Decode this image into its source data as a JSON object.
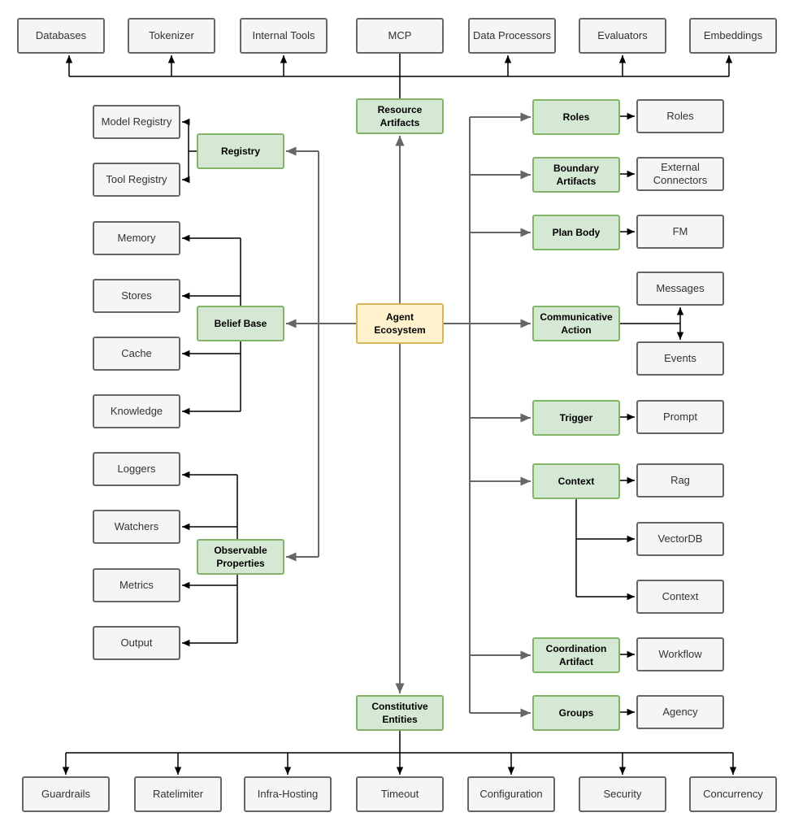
{
  "colors": {
    "leaf_fill": "#f5f5f5",
    "leaf_stroke": "#666666",
    "category_fill": "#d5e8d4",
    "category_stroke": "#82b366",
    "root_fill": "#fff2cc",
    "root_stroke": "#d6b656",
    "connector_grey": "#666666",
    "connector_black": "#000000"
  },
  "nodes": {
    "databases": "Databases",
    "tokenizer": "Tokenizer",
    "internal_tools": "Internal Tools",
    "mcp": "MCP",
    "data_processors": "Data Processors",
    "evaluators": "Evaluators",
    "embeddings": "Embeddings",
    "resource_artifacts": "Resource\nArtifacts",
    "model_registry": "Model Registry",
    "tool_registry": "Tool Registry",
    "registry": "Registry",
    "memory": "Memory",
    "stores": "Stores",
    "belief_base": "Belief Base",
    "cache": "Cache",
    "knowledge": "Knowledge",
    "agent_ecosystem": "Agent\nEcosystem",
    "loggers": "Loggers",
    "watchers": "Watchers",
    "observable_properties": "Observable\nProperties",
    "metrics": "Metrics",
    "output": "Output",
    "roles_green": "Roles",
    "roles_grey": "Roles",
    "boundary_artifacts": "Boundary\nArtifacts",
    "external_connectors": "External\nConnectors",
    "plan_body": "Plan Body",
    "fm": "FM",
    "communicative_action": "Communicative\nAction",
    "messages": "Messages",
    "events": "Events",
    "trigger": "Trigger",
    "prompt": "Prompt",
    "context_green": "Context",
    "rag": "Rag",
    "vectordb": "VectorDB",
    "context_grey": "Context",
    "coordination_artifact": "Coordination\nArtifact",
    "workflow": "Workflow",
    "groups": "Groups",
    "agency": "Agency",
    "constitutive_entities": "Constitutive\nEntities",
    "guardrails": "Guardrails",
    "ratelimiter": "Ratelimiter",
    "infra_hosting": "Infra-Hosting",
    "timeout": "Timeout",
    "configuration": "Configuration",
    "security": "Security",
    "concurrency": "Concurrency"
  }
}
